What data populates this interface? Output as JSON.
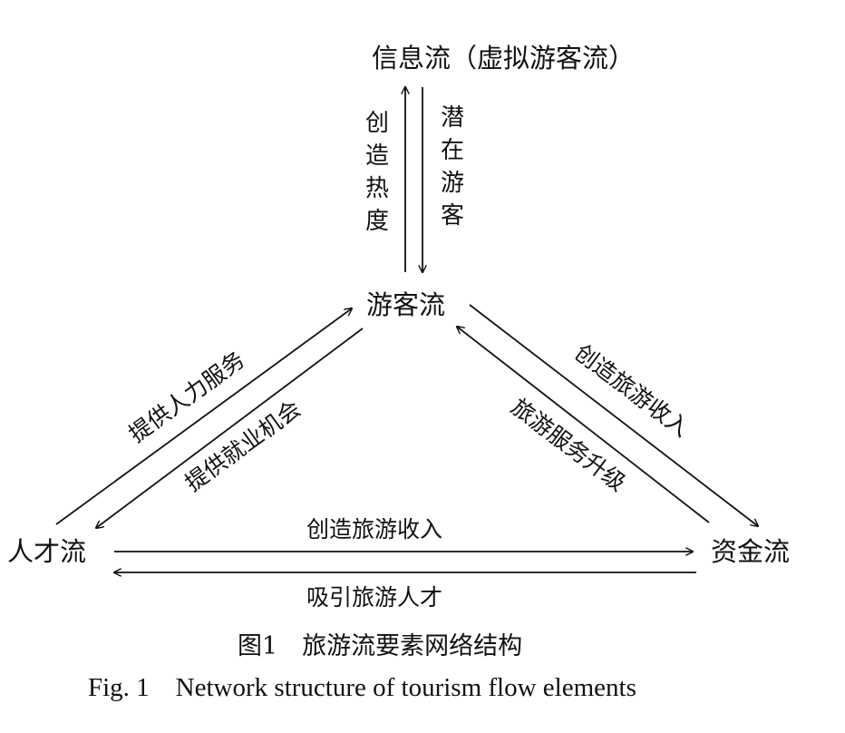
{
  "diagram": {
    "nodes": {
      "info": "信息流（虚拟游客流）",
      "tourist": "游客流",
      "talent": "人才流",
      "capital": "资金流"
    },
    "edges": {
      "tourist_to_info": "创造热度",
      "info_to_tourist": "潜在游客",
      "talent_to_tourist": "提供人力服务",
      "tourist_to_talent": "提供就业机会",
      "tourist_to_capital": "创造旅游收入",
      "capital_to_tourist": "旅游服务升级",
      "talent_to_capital": "创造旅游收入",
      "capital_to_talent": "吸引旅游人才"
    }
  },
  "caption": {
    "cn": "图1　旅游流要素网络结构",
    "en": "Fig. 1　Network structure of tourism flow elements"
  }
}
